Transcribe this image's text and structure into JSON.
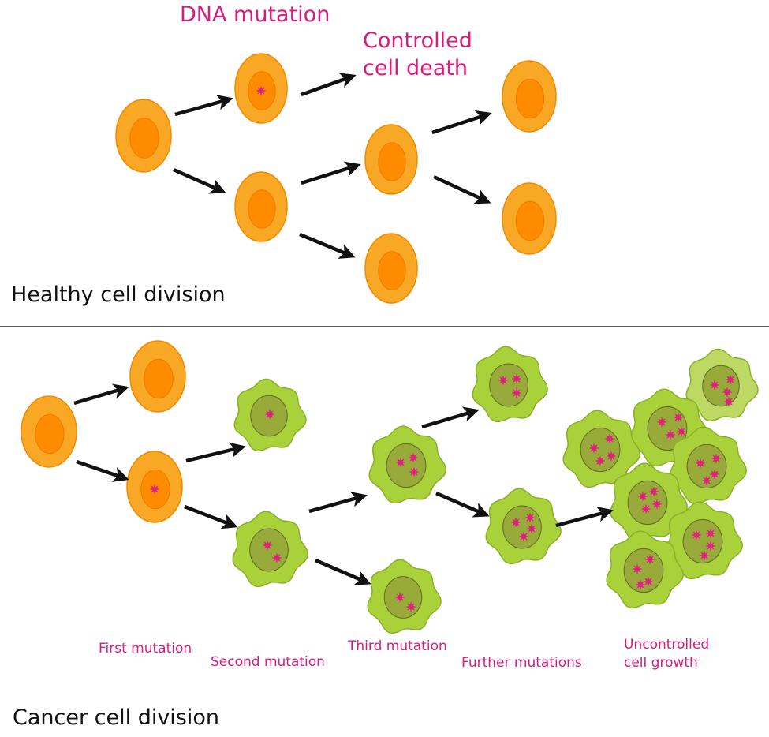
{
  "healthy": {
    "title": "Healthy cell division",
    "label_dna_mutation": "DNA mutation",
    "label_controlled_line1": "Controlled",
    "label_controlled_line2": "cell death"
  },
  "cancer": {
    "title": "Cancer cell division",
    "label_first": "First mutation",
    "label_second": "Second mutation",
    "label_third": "Third mutation",
    "label_further": "Further mutations",
    "label_uncontrolled_line1": "Uncontrolled",
    "label_uncontrolled_line2": "cell growth"
  },
  "colors": {
    "healthy_cell_fill": "#f9a825",
    "healthy_cell_stroke": "#f08a00",
    "healthy_nucleus": "#ff8c00",
    "cancer_cell_fill": "#a8d13a",
    "cancer_cell_stroke": "#8ab02a",
    "cancer_nucleus": "#98aa3a",
    "mutation_mark": "#e0217d",
    "label_pink": "#d81b7c",
    "arrow": "#111111",
    "divider": "#222222"
  },
  "icons": [
    "healthy-cell-icon",
    "cancer-cell-icon",
    "mutation-star-icon",
    "arrow-icon"
  ]
}
